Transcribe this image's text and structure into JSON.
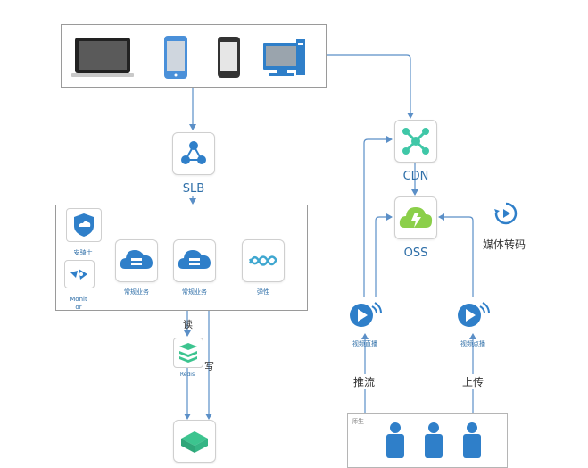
{
  "nodes": {
    "slb": "SLB",
    "cdn": "CDN",
    "oss": "OSS",
    "media_transcode": "媒体转码",
    "security": "安骑士",
    "monitor": "Monit\nor",
    "service1": "常规业务",
    "service2": "常规业务",
    "elastic": "弹性",
    "redis": "Redis",
    "live": "视频直播",
    "vod": "视频点播",
    "users_group": "师生"
  },
  "edges": {
    "read": "读",
    "write": "写",
    "push": "推流",
    "upload": "上传"
  },
  "colors": {
    "line": "#5b8fc7",
    "accent_blue": "#2f7fc9",
    "cdn_green": "#3fc7a7",
    "oss_green": "#8bcf4a",
    "redis_green": "#3cc48f"
  }
}
